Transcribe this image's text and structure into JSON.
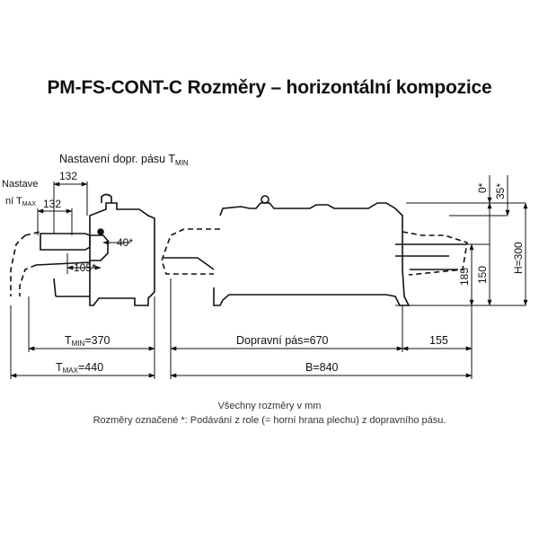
{
  "title": "PM-FS-CONT-C Rozměry – horizontální kompozice",
  "labels": {
    "tmin_setting": "Nastavení dopr. pásu T",
    "tmin_setting_sub": "MIN",
    "tmax_setting_line1": "Nastave",
    "tmax_setting_line2": "ní T",
    "tmax_setting_sub": "MAX",
    "dim_132_top": "132",
    "dim_132_second": "132",
    "dim_40": "40*",
    "dim_105": "105*",
    "tmin_370_prefix": "T",
    "tmin_370_sub": "MIN",
    "tmin_370_value": "=370",
    "tmax_440_prefix": "T",
    "tmax_440_sub": "MAX",
    "tmax_440_value": "=440",
    "conveyor": "Dopravní pás=670",
    "dim_155": "155",
    "b_840": "B=840",
    "v_0": "0*",
    "v_35": "35*",
    "v_185": "185",
    "v_150": "150",
    "v_h300": "H=300"
  },
  "notes": {
    "line1": "Všechny rozměry v mm",
    "line2": "Rozměry označené *: Podávání z role (= horní hrana plechu) z dopravního pásu."
  }
}
